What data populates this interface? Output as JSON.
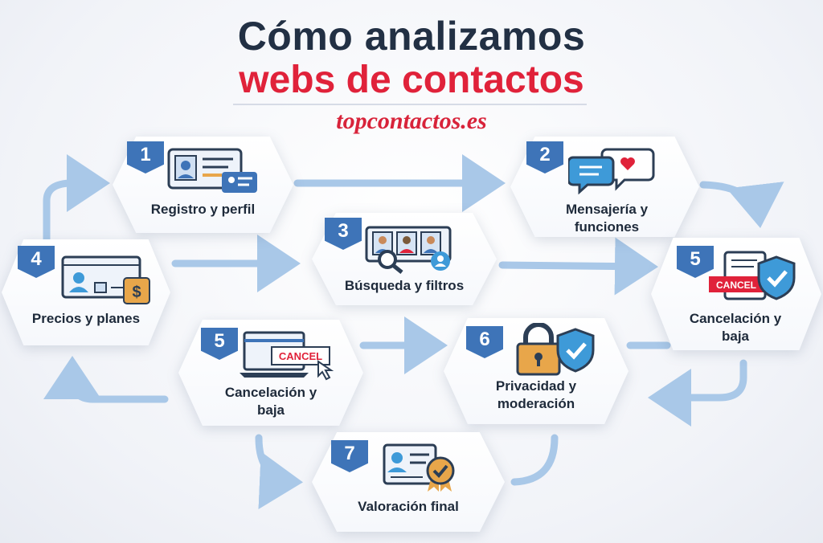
{
  "title_line1": "Cómo analizamos",
  "title_line2": "webs de contactos",
  "brand": "topcontactos.es",
  "colors": {
    "title_dark": "#223044",
    "title_red": "#e0223a",
    "badge_blue": "#3e74b8",
    "arrow_blue": "#a9c8e8"
  },
  "steps": [
    {
      "number": "1",
      "label": "Registro y perfil",
      "icon": "id-card-icon"
    },
    {
      "number": "2",
      "label": "Mensajería y funciones",
      "icon": "chat-bubbles-icon"
    },
    {
      "number": "3",
      "label": "Búsqueda y filtros",
      "icon": "profile-search-icon"
    },
    {
      "number": "4",
      "label": "Precios y planes",
      "icon": "pricing-card-icon"
    },
    {
      "number": "5",
      "label": "Cancelación y baja",
      "icon": "cancel-shield-icon",
      "icon_text": "CANCEL"
    },
    {
      "number": "5",
      "label": "Cancelación y baja",
      "icon": "cancel-laptop-icon",
      "icon_text": "CANCEL"
    },
    {
      "number": "6",
      "label": "Privacidad y moderación",
      "icon": "lock-shield-icon"
    },
    {
      "number": "7",
      "label": "Valoración final",
      "icon": "certificate-icon"
    }
  ]
}
